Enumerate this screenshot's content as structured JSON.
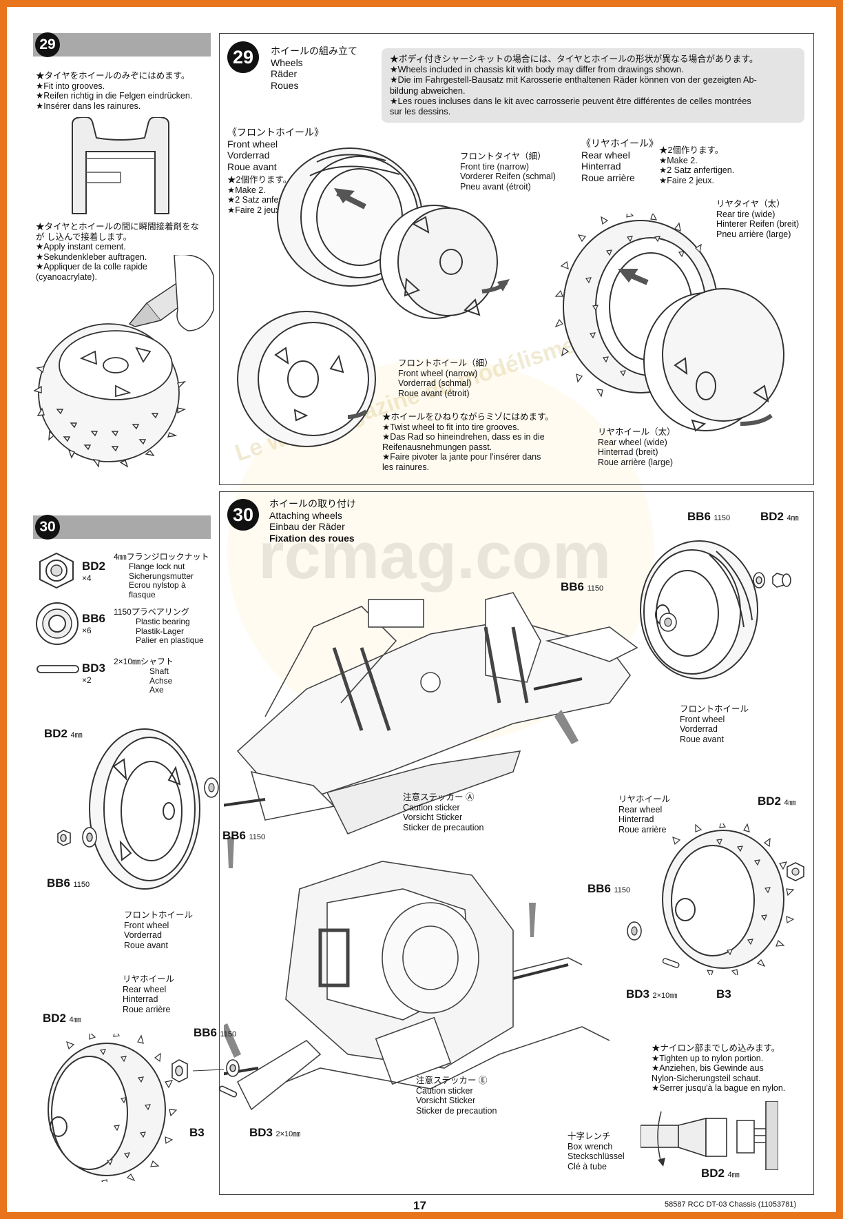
{
  "left29": {
    "num": "29",
    "fit_lines": [
      "★タイヤをホイールのみぞにはめます。",
      "★Fit into grooves.",
      "★Reifen richtig in die Felgen eindrücken.",
      "★Insérer dans les rainures."
    ],
    "cement_lines": [
      "★タイヤとホイールの間に瞬間接着剤をな",
      "が し込んで接着します。",
      "★Apply instant cement.",
      "★Sekundenkleber auftragen.",
      "★Appliquer de la colle rapide",
      "(cyanoacrylate)."
    ]
  },
  "step29": {
    "num": "29",
    "title_lines": [
      "ホイールの組み立て",
      "Wheels",
      "Räder",
      "Roues"
    ],
    "notice_lines": [
      "★ボディ付きシャーシキットの場合には、タイヤとホイールの形状が異なる場合があります。",
      "★Wheels included in chassis kit with body may differ from drawings shown.",
      "★Die im Fahrgestell-Bausatz mit Karosserie enthaltenen Räder können von der gezeigten Ab-",
      "bildung abweichen.",
      "★Les roues incluses dans le kit avec carrosserie peuvent être différentes de celles montrées",
      "sur les dessins."
    ],
    "front_heading_lines": [
      "《フロントホイール》",
      "Front wheel",
      "Vorderrad",
      "Roue avant"
    ],
    "front_make_lines": [
      "★2個作ります。",
      "★Make 2.",
      "★2 Satz anfertigen.",
      "★Faire 2 jeux."
    ],
    "front_tire_lines": [
      "フロントタイヤ（細）",
      "Front tire (narrow)",
      "Vorderer Reifen (schmal)",
      "Pneu avant (étroit)"
    ],
    "front_wheel_lines": [
      "フロントホイール（細）",
      "Front wheel (narrow)",
      "Vorderrad (schmal)",
      "Roue avant (étroit)"
    ],
    "twist_lines": [
      "★ホイールをひねりながらミゾにはめます。",
      "★Twist wheel to fit into tire grooves.",
      "★Das Rad so hineindrehen, dass es in die",
      "Reifenausnehmungen passt.",
      "★Faire pivoter la jante pour l'insérer dans",
      "les rainures."
    ],
    "rear_heading_lines": [
      "《リヤホイール》",
      "Rear wheel",
      "Hinterrad",
      "Roue arrière"
    ],
    "rear_make_lines": [
      "★2個作ります。",
      "★Make 2.",
      "★2 Satz anfertigen.",
      "★Faire 2 jeux."
    ],
    "rear_tire_lines": [
      "リヤタイヤ（太）",
      "Rear tire (wide)",
      "Hinterer Reifen (breit)",
      "Pneu arrière (large)"
    ],
    "rear_wheel_lines": [
      "リヤホイール（太）",
      "Rear wheel (wide)",
      "Hinterrad (breit)",
      "Roue arrière (large)"
    ]
  },
  "left30": {
    "num": "30",
    "parts": [
      {
        "code": "BD2",
        "qty": "×4",
        "desc_lines": [
          "4㎜フランジロックナット",
          "Flange lock nut",
          "Sicherungsmutter",
          "Ecrou nylstop à",
          "flasque"
        ]
      },
      {
        "code": "BB6",
        "qty": "×6",
        "desc_lines": [
          "1150プラベアリング",
          "Plastic bearing",
          "Plastik-Lager",
          "Palier en plastique"
        ]
      },
      {
        "code": "BD3",
        "qty": "×2",
        "desc_lines": [
          "2×10㎜シャフト",
          "Shaft",
          "Achse",
          "Axe"
        ]
      }
    ]
  },
  "step30": {
    "num": "30",
    "title_lines": [
      "ホイールの取り付け",
      "Attaching wheels",
      "Einbau der Räder",
      "Fixation des roues"
    ],
    "front_wheel_lines": [
      "フロントホイール",
      "Front wheel",
      "Vorderrad",
      "Roue avant"
    ],
    "rear_wheel_lines": [
      "リヤホイール",
      "Rear wheel",
      "Hinterrad",
      "Roue arrière"
    ],
    "caution_a_lines": [
      "注意ステッカー Ⓐ",
      "Caution sticker",
      "Vorsicht Sticker",
      "Sticker de precaution"
    ],
    "caution_e_lines": [
      "注意ステッカー Ⓔ",
      "Caution sticker",
      "Vorsicht Sticker",
      "Sticker de precaution"
    ],
    "tighten_lines": [
      "★ナイロン部までしめ込みます。",
      "★Tighten up to nylon portion.",
      "★Anziehen, bis Gewinde aus",
      "Nylon-Sicherungsteil schaut.",
      "★Serrer jusqu'à la bague en nylon."
    ],
    "wrench_lines": [
      "十字レンチ",
      "Box wrench",
      "Steckschlüssel",
      "Clé à tube"
    ],
    "bd2": "BD2",
    "bd2_size": "4㎜",
    "bb6": "BB6",
    "bb6_size": "1150",
    "bd3": "BD3",
    "bd3_size": "2×10㎜",
    "b3": "B3"
  },
  "footer": {
    "page_number": "17",
    "product": "58587 RCC DT-03 Chassis (11053781)"
  },
  "watermark": {
    "main": "rcmag.com",
    "arc": "Le web magazine du modélisme"
  }
}
